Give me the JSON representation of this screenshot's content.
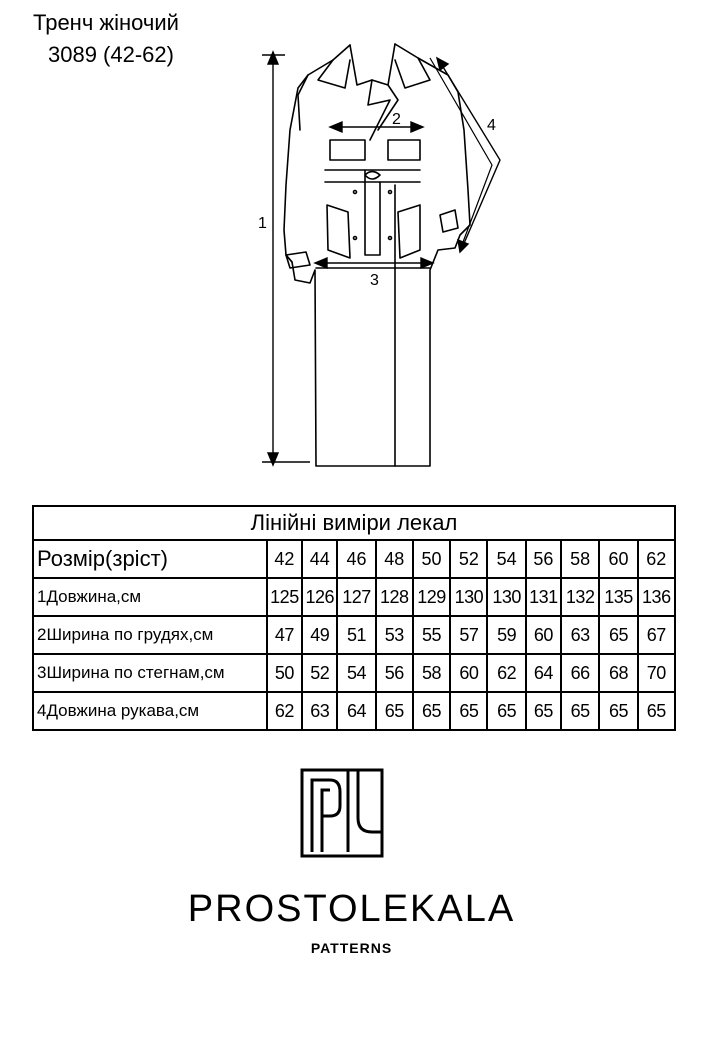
{
  "header": {
    "title": "Тренч жіночий",
    "code": "3089 (42-62)"
  },
  "sketch": {
    "labels": [
      "1",
      "2",
      "3",
      "4"
    ]
  },
  "table": {
    "title": "Лінійні виміри лекал",
    "size_label": "Розмір(зріст)",
    "sizes": [
      "42",
      "44",
      "46",
      "48",
      "50",
      "52",
      "54",
      "56",
      "58",
      "60",
      "62"
    ],
    "rows": [
      {
        "label": "1Довжина,см",
        "values": [
          "125",
          "126",
          "127",
          "128",
          "129",
          "130",
          "130",
          "131",
          "132",
          "135",
          "136"
        ]
      },
      {
        "label": "2Ширина по грудях,см",
        "values": [
          "47",
          "49",
          "51",
          "53",
          "55",
          "57",
          "59",
          "60",
          "63",
          "65",
          "67"
        ]
      },
      {
        "label": "3Ширина по стегнам,см",
        "values": [
          "50",
          "52",
          "54",
          "56",
          "58",
          "60",
          "62",
          "64",
          "66",
          "68",
          "70"
        ]
      },
      {
        "label": "4Довжина рукава,см",
        "values": [
          "62",
          "63",
          "64",
          "65",
          "65",
          "65",
          "65",
          "65",
          "65",
          "65",
          "65"
        ]
      }
    ]
  },
  "brand": {
    "name": "PROSTOLEKALA",
    "tagline": "PATTERNS"
  }
}
